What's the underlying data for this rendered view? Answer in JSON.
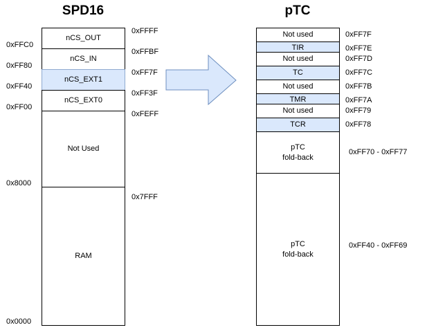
{
  "left": {
    "title": "SPD16",
    "blocks": {
      "ncs_out": "nCS_OUT",
      "ncs_in": "nCS_IN",
      "ncs_ext1": "nCS_EXT1",
      "ncs_ext0": "nCS_EXT0",
      "not_used": "Not Used",
      "ram": "RAM"
    },
    "addr_left": {
      "a1": "0xFFC0",
      "a2": "0xFF80",
      "a3": "0xFF40",
      "a4": "0xFF00",
      "a5": "0x8000",
      "a6": "0x0000"
    },
    "addr_right": {
      "b1": "0xFFFF",
      "b2": "0xFFBF",
      "b3": "0xFF7F",
      "b4": "0xFF3F",
      "b5": "0xFEFF",
      "b6": "0x7FFF"
    }
  },
  "right": {
    "title": "pTC",
    "blocks": {
      "not_used_1": "Not used",
      "tir": "TIR",
      "not_used_2": "Not used",
      "tc": "TC",
      "not_used_3": "Not used",
      "tmr": "TMR",
      "not_used_4": "Not used",
      "tcr": "TCR",
      "foldback_1": "pTC\nfold-back",
      "foldback_2": "pTC\nfold-back"
    },
    "addr": {
      "r1": "0xFF7F",
      "r2": "0xFF7E",
      "r3": "0xFF7D",
      "r4": "0xFF7C",
      "r5": "0xFF7B",
      "r6": "0xFF7A",
      "r7": "0xFF79",
      "r8": "0xFF78",
      "r9": "0xFF70 - 0xFF77",
      "r10": "0xFF40 - 0xFF69"
    }
  },
  "colors": {
    "highlight_fill": "#dae8fc",
    "highlight_stroke": "#6c8ebf"
  }
}
